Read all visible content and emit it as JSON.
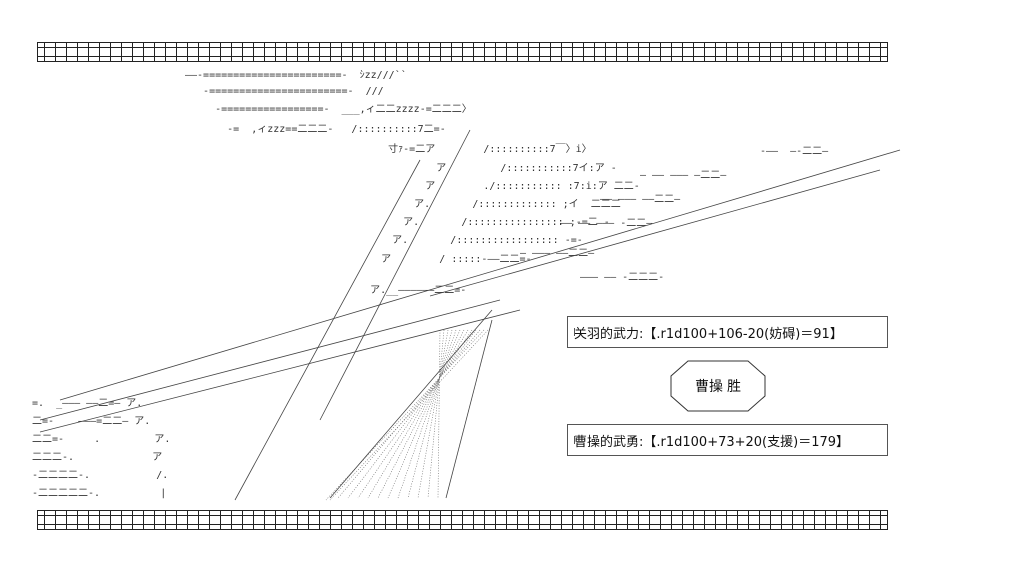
{
  "art": {
    "lines": [
      "——-=======================-  ｼzz///``",
      "   -=======================-  ///",
      "     -=================-  ___,ィ二二zzzz-=二二二〉",
      "       -=  ,ィzzz==二二二-   /::::::::::7二=-",
      "        寸ｧ-=二ア        /::::::::::7￣〉i〉",
      "           ア         /:::::::::::7イ:ア -",
      "          ア        ./::::::::::: :7:i:ア 二二-",
      "         ア.       /::::::::::::: ;イ  二二二",
      "        ア.       /:::::::::::::::: ;-=二 -",
      "       ア.       /::::::::::::::::: -=-",
      "      ア        / :::::-——二二=-",
      "     ア.__——————二二=-",
      "=.  _——— ——二=— ア.",
      "二=-    ———=二二— ア.",
      "二二=-     .         ア.",
      "二二二-.             ア",
      "-二二二二-.           /.",
      "-二二二二二-.          |"
    ],
    "right_streaks": [
      "-——  —-二二—",
      "— —— ——— —二二—",
      "—— ——— ——二二—",
      "—— —— ——— -二二—",
      "— ——— ——二二—",
      "——— —— -二二二-"
    ]
  },
  "guan_box": {
    "text": "关羽的武力:【.r1d100+106-20(妨碍)＝91】"
  },
  "result": {
    "winner": "曹操",
    "outcome": "胜"
  },
  "cao_box": {
    "text": "曹操的武勇:【.r1d100+73+20(支援)＝179】"
  }
}
